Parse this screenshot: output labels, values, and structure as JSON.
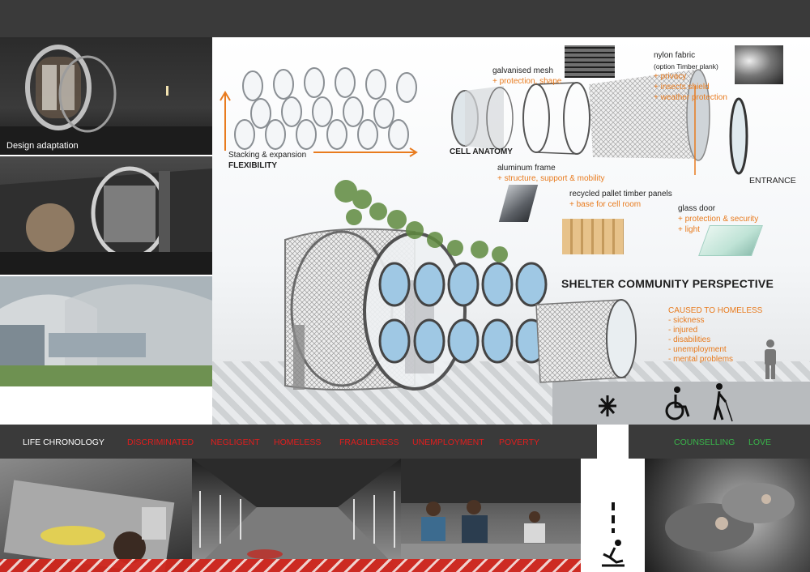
{
  "photos": {
    "design_adaptation": "Design adaptation"
  },
  "labels": {
    "stacking": "Stacking & expansion",
    "flexibility": "FLEXIBILITY",
    "cell_anatomy": "CELL ANATOMY",
    "galvanised_mesh": "galvanised mesh",
    "galvanised_mesh_note": "+ protection, shape",
    "nylon_fabric": "nylon fabric",
    "nylon_option": "(option Timber plank)",
    "nylon_note_1": "+ privacy",
    "nylon_note_2": "+ insects shield",
    "nylon_note_3": "+ weather protection",
    "aluminum_frame": "aluminum frame",
    "aluminum_note": "+ structure, support & mobility",
    "recycled_pallet": "recycled pallet timber panels",
    "recycled_note": "+ base for cell room",
    "entrance": "ENTRANCE",
    "glass_door": "glass door",
    "glass_note_1": "+ protection & security",
    "glass_note_2": "+ light",
    "shelter_title": "SHELTER COMMUNITY PERSPECTIVE"
  },
  "causes": {
    "title": "CAUSED TO HOMELESS",
    "items": [
      "- sickness",
      "- injured",
      "- disabilities",
      "- unemployment",
      "- mental problems"
    ]
  },
  "chronology": {
    "title": "LIFE CHRONOLOGY",
    "stages": [
      "DISCRIMINATED",
      "NEGLIGENT",
      "HOMELESS",
      "FRAGILENESS",
      "UNEMPLOYMENT",
      "POVERTY"
    ],
    "positive": [
      "COUNSELLING",
      "LOVE"
    ]
  },
  "colors": {
    "accent_orange": "#e87b1e",
    "stage_red": "#e21d1d",
    "positive_green": "#39b54a",
    "band_dark": "#3a3a3a"
  },
  "icons": [
    "person-standing-icon",
    "wheelchair-icon",
    "blind-person-icon",
    "fallen-person-icon",
    "sparkle-icon"
  ]
}
